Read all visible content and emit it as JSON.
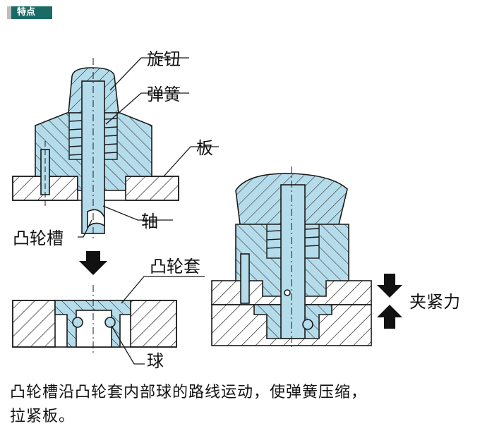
{
  "header": {
    "badge": "特点"
  },
  "labels": {
    "knob": "旋钮",
    "spring": "弹簧",
    "plate": "板",
    "shaft": "轴",
    "cam_groove": "凸轮槽",
    "cam_sleeve": "凸轮套",
    "ball": "球",
    "clamp_force": "夹紧力"
  },
  "caption": {
    "line1": "凸轮槽沿凸轮套内部球的路线运动，使弹簧压缩，",
    "line2": "拉紧板。"
  },
  "colors": {
    "part_fill": "#b5dcea",
    "outline": "#1a1a1a",
    "badge_bg": "#1a6b66",
    "plate_fill": "#ffffff"
  }
}
